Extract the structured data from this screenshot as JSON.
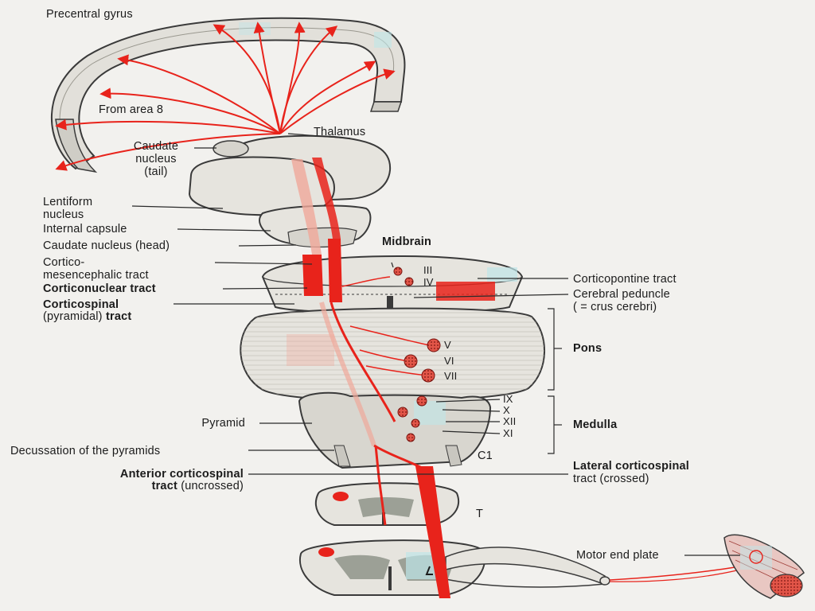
{
  "labels": {
    "precentral_gyrus": "Precentral gyrus",
    "from_area_8": "From area 8",
    "thalamus": "Thalamus",
    "caudate_tail_1": "Caudate",
    "caudate_tail_2": "nucleus",
    "caudate_tail_3": "(tail)",
    "lentiform_1": "Lentiform",
    "lentiform_2": "nucleus",
    "internal_capsule": "Internal capsule",
    "caudate_head": "Caudate nucleus (head)",
    "corticomes_1": "Cortico-",
    "corticomes_2": "mesencephalic tract",
    "corticonuclear": "Corticonuclear tract",
    "corticospinal_1": "Corticospinal",
    "corticospinal_2a": "(pyramidal) ",
    "corticospinal_2b": "tract",
    "pyramid": "Pyramid",
    "decussation": "Decussation of the pyramids",
    "anterior_1": "Anterior corticospinal",
    "anterior_2a": "tract",
    "anterior_2b": " (uncrossed)",
    "midbrain": "Midbrain",
    "corticopontine": "Corticopontine tract",
    "cerebral_peduncle_1": "Cerebral peduncle",
    "cerebral_peduncle_2": "( = crus cerebri)",
    "pons": "Pons",
    "medulla": "Medulla",
    "lateral_1": "Lateral corticospinal",
    "lateral_2": "tract (crossed)",
    "motor_end_plate": "Motor end plate",
    "c1": "C1",
    "t": "T"
  },
  "cranial_nerves": [
    "III",
    "IV",
    "V",
    "VI",
    "VII",
    "IX",
    "X",
    "XII",
    "XI"
  ],
  "colors": {
    "tract_red": "#e8231b",
    "pale_red": "#f0a89a",
    "tissue": "#e6e4de",
    "outline": "#3a3a3a",
    "cyan_highlight": "#bfe6e8",
    "grey_matter": "#8e948a"
  }
}
